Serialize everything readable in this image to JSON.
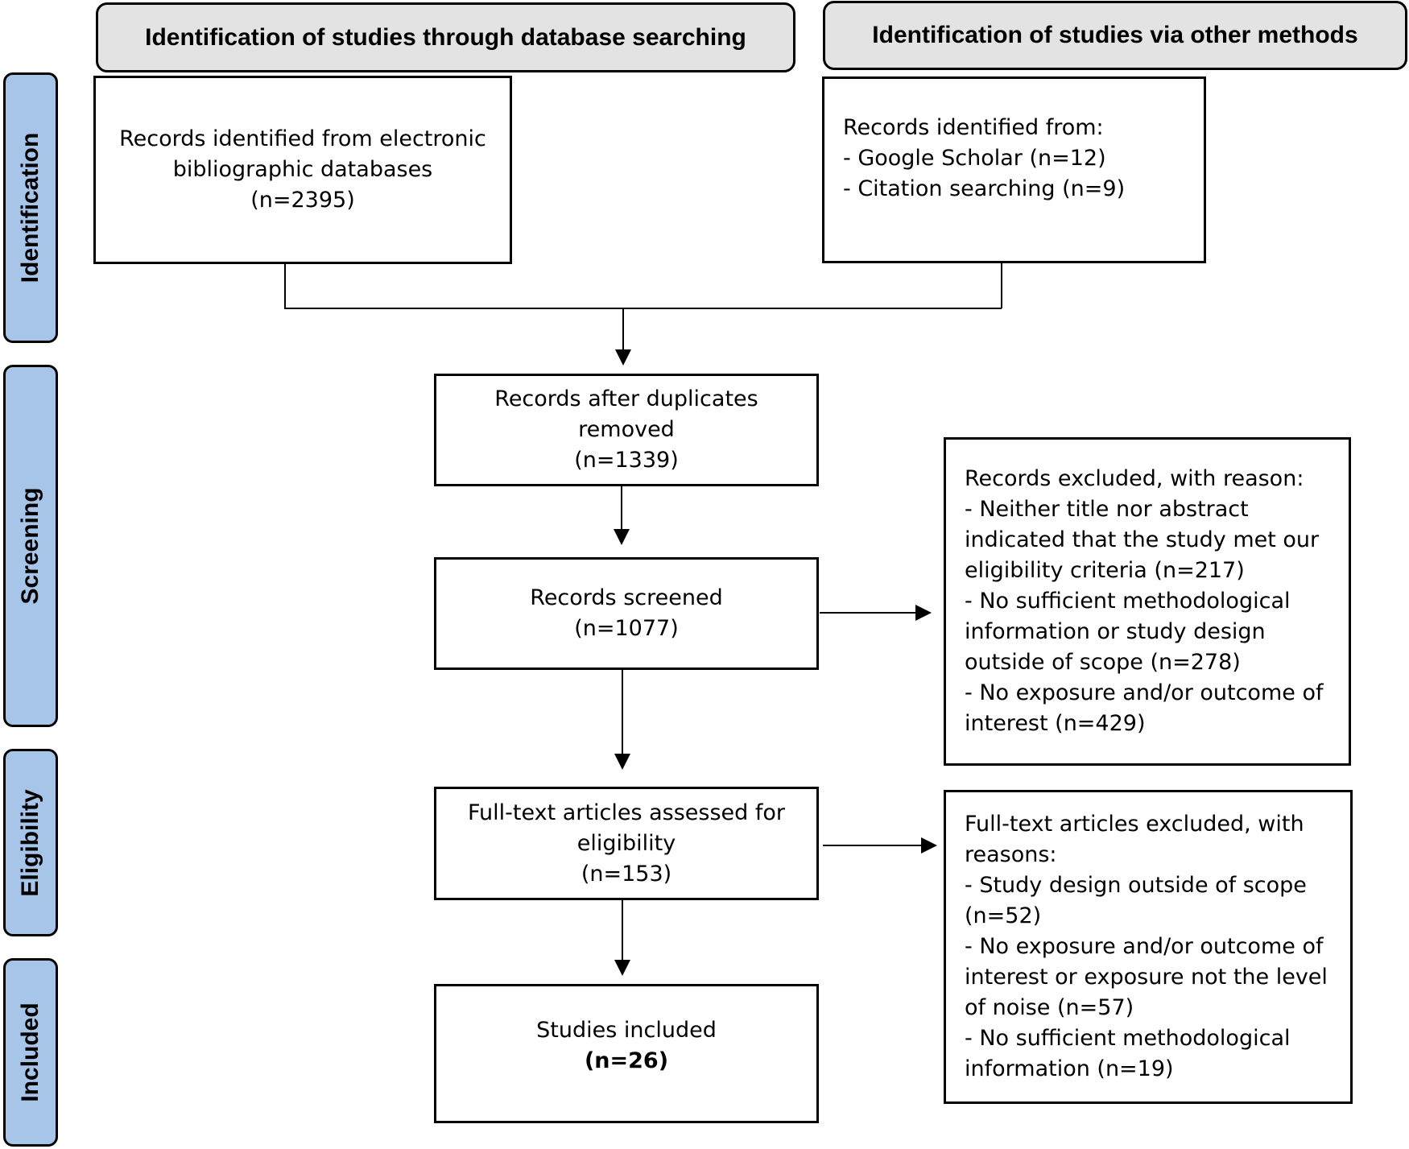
{
  "headers": {
    "database": "Identification of studies through database searching",
    "other": "Identification of studies via other methods"
  },
  "stages": {
    "identification": "Identification",
    "screening": "Screening",
    "eligibility": "Eligibility",
    "included": "Included"
  },
  "db_records": {
    "line1": "Records identified from electronic",
    "line2": "bibliographic databases",
    "count": "(n=2395)"
  },
  "other_records": {
    "heading": "Records identified from:",
    "items": [
      "- Google Scholar (n=12)",
      "- Citation searching (n=9)"
    ]
  },
  "deduplicated": {
    "line1": "Records after duplicates",
    "line2": "removed",
    "count": "(n=1339)"
  },
  "screened": {
    "line1": "Records screened",
    "count": "(n=1077)"
  },
  "screen_excluded": {
    "lines": [
      "Records excluded, with reason:",
      "- Neither title nor abstract",
      "indicated that the study met our",
      "eligibility criteria (n=217)",
      "- No sufficient methodological",
      "information or study design",
      "outside of scope (n=278)",
      "- No exposure and/or outcome of",
      "interest (n=429)"
    ]
  },
  "fulltext": {
    "line1": "Full-text articles assessed for",
    "line2": "eligibility",
    "count": "(n=153)"
  },
  "fulltext_excluded": {
    "lines": [
      "Full-text articles excluded, with",
      "reasons:",
      "- Study design outside of scope",
      "(n=52)",
      "- No exposure and/or outcome of",
      "interest or exposure not the level",
      "of noise (n=57)",
      "- No sufficient methodological",
      "information (n=19)"
    ]
  },
  "included": {
    "line1": "Studies included",
    "count": "(n=26)"
  }
}
